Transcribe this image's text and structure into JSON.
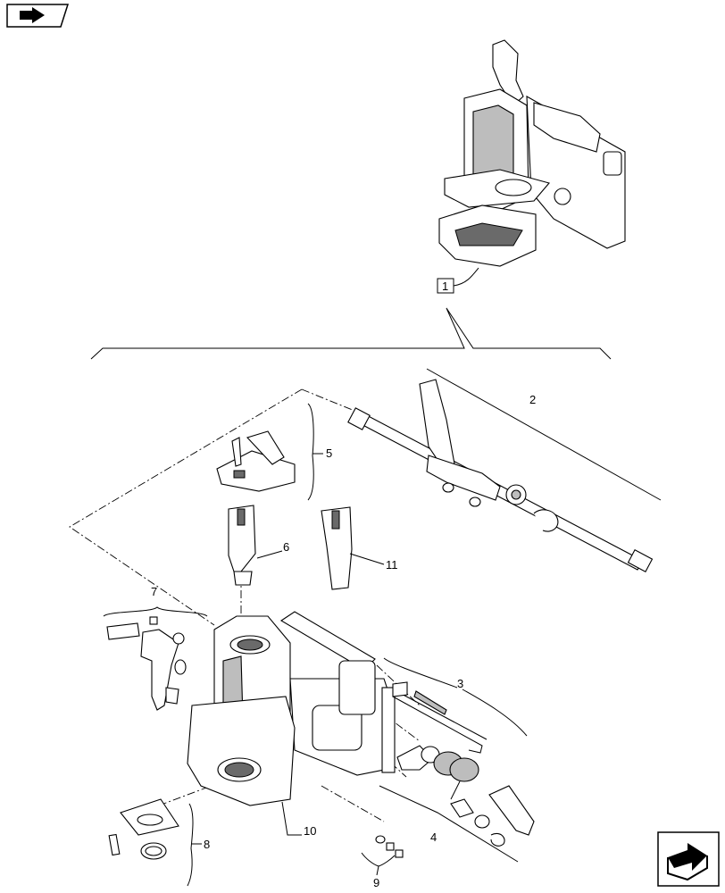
{
  "callouts": [
    {
      "id": "c1",
      "text": "1"
    },
    {
      "id": "c2",
      "text": "2"
    },
    {
      "id": "c3",
      "text": "3"
    },
    {
      "id": "c4",
      "text": "4"
    },
    {
      "id": "c5",
      "text": "5"
    },
    {
      "id": "c6",
      "text": "6"
    },
    {
      "id": "c7",
      "text": "7"
    },
    {
      "id": "c8",
      "text": "8"
    },
    {
      "id": "c9",
      "text": "9"
    },
    {
      "id": "c10",
      "text": "10"
    },
    {
      "id": "c11",
      "text": "11"
    }
  ],
  "icons": {
    "top_left": "book-arrow-icon",
    "bottom_right": "next-page-arrow-icon"
  }
}
